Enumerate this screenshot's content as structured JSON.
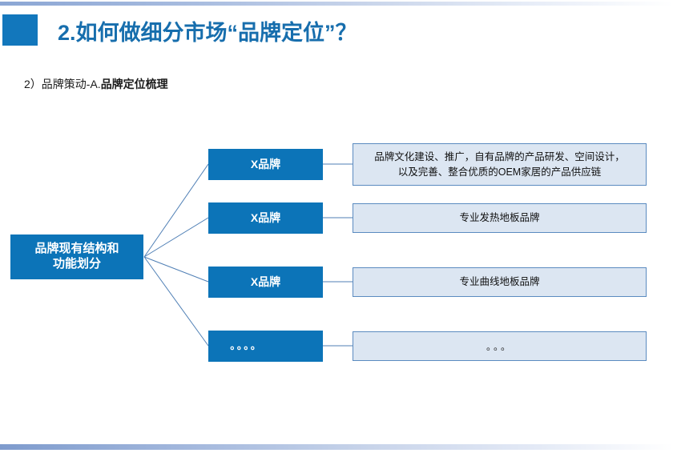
{
  "slide": {
    "title": "2.如何做细分市场“品牌定位”？",
    "subtitle_prefix": "2）品牌策动-A.",
    "subtitle_bold": "品牌定位梳理",
    "accent_color": "#1277bc",
    "title_color": "#176ead",
    "node_fill": "#0c74b8",
    "desc_fill": "#dce6f2",
    "desc_border": "#5b8bc0",
    "connector_color": "#4f7fb5"
  },
  "diagram": {
    "root_label_line1": "品牌现有结构和",
    "root_label_line2": "功能划分",
    "rows": [
      {
        "brand": "X品牌",
        "desc_line1": "品牌文化建设、推广，自有品牌的产品研发、空间设计，",
        "desc_line2": "以及完善、整合优质的OEM家居的产品供应链"
      },
      {
        "brand": "X品牌",
        "desc_line1": "专业发热地板品牌",
        "desc_line2": ""
      },
      {
        "brand": "X品牌",
        "desc_line1": "专业曲线地板品牌",
        "desc_line2": ""
      },
      {
        "brand": "。。。。",
        "desc_line1": "。。。",
        "desc_line2": ""
      }
    ]
  }
}
